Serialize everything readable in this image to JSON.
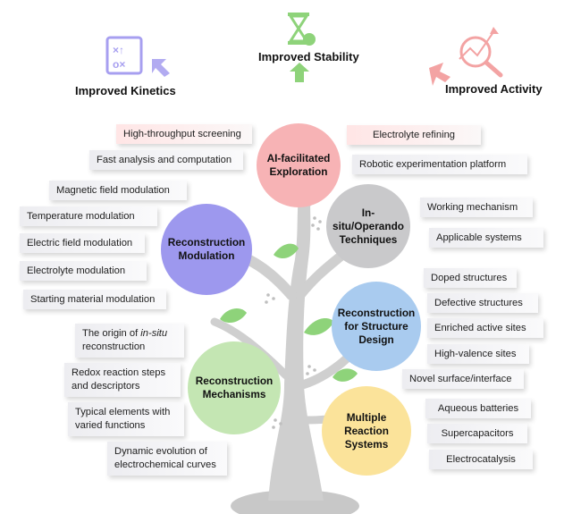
{
  "top": {
    "kinetics": "Improved Kinetics",
    "stability": "Improved Stability",
    "activity": "Improved Activity"
  },
  "circles": {
    "ai": "AI-facilitated Exploration",
    "insitu": "In-situ/Operando Techniques",
    "recon_mod": "Reconstruction Modulation",
    "recon_design": "Reconstruction for Structure Design",
    "recon_mech": "Reconstruction Mechanisms",
    "multi": "Multiple Reaction Systems"
  },
  "ai_left": [
    "High-throughput screening",
    "Fast analysis and computation"
  ],
  "ai_right": [
    "Electrolyte refining",
    "Robotic experimentation platform"
  ],
  "insitu_right": [
    "Working mechanism",
    "Applicable systems"
  ],
  "modulation": [
    "Magnetic field modulation",
    "Temperature modulation",
    "Electric field modulation",
    "Electrolyte modulation",
    "Starting material modulation"
  ],
  "design": [
    "Doped structures",
    "Defective structures",
    "Enriched active sites",
    "High-valence sites",
    "Novel surface/interface"
  ],
  "mechanisms": {
    "m1_pre": "The origin of ",
    "m1_em": "in-situ",
    "m1_post": " reconstruction",
    "m2": "Redox reaction steps and descriptors",
    "m3": "Typical elements with varied functions",
    "m4": "Dynamic evolution of electrochemical curves"
  },
  "systems": [
    "Aqueous batteries",
    "Supercapacitors",
    "Electrocatalysis"
  ],
  "colors": {
    "ai": "#f7b3b5",
    "insitu": "#c9c9cb",
    "recon_mod": "#9d98ee",
    "recon_design": "#a9cbef",
    "recon_mech": "#c4e6b3",
    "multi": "#fbe39a",
    "trunk": "#cfcfcf",
    "leaf": "#8ed37a"
  }
}
